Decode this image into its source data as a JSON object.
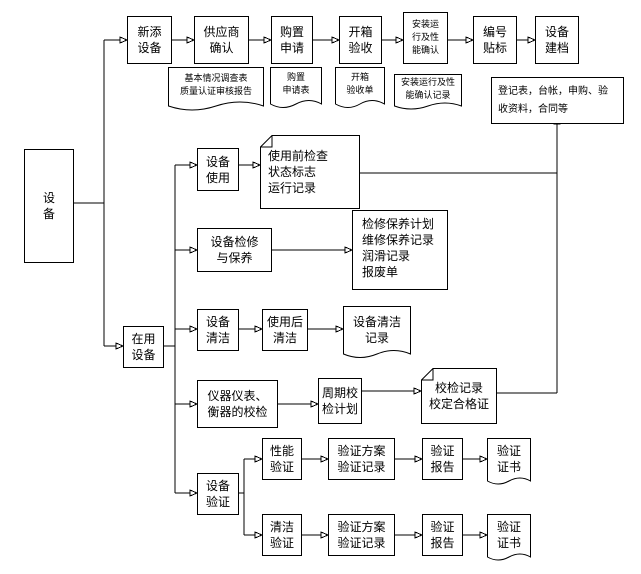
{
  "root": {
    "label": "设\n备"
  },
  "new_equipment": {
    "label": "新添\n设备"
  },
  "in_use_equipment": {
    "label": "在用\n设备"
  },
  "procurement": {
    "supplier_confirm": "供应商\n确认",
    "supplier_docs": "基本情况调查表\n质量认证审核报告",
    "purchase_request": "购置\n申请",
    "purchase_form": "购置\n申请表",
    "unpack_accept": "开箱\n验收",
    "accept_form": "开箱\n验收单",
    "install_confirm": "安装运\n行及性\n能确认",
    "install_record": "安装运行及性\n能确认记录",
    "number_label": "编号\n贴标",
    "archive": "设备\n建档",
    "archive_docs": "登记表，台帐，申购、验\n收资料，合同等"
  },
  "usage": {
    "label": "设备\n使用",
    "docs": "使用前检查\n状态标志\n运行记录"
  },
  "maintenance": {
    "label": "设备检修\n与保养",
    "docs": "检修保养计划\n维修保养记录\n润滑记录\n报废单"
  },
  "cleaning": {
    "label": "设备\n清洁",
    "after_use": "使用后\n清洁",
    "docs": "设备清洁\n记录"
  },
  "calibration": {
    "label": "仪器仪表、\n衡器的校检",
    "plan": "周期校\n检计划",
    "docs": "校检记录\n校定合格证"
  },
  "validation": {
    "label": "设备\n验证",
    "performance": {
      "label": "性能\n验证",
      "plan": "验证方案\n验证记录",
      "report": "验证\n报告",
      "certificate": "验证\n证书"
    },
    "cleaning": {
      "label": "清洁\n验证",
      "plan": "验证方案\n验证记录",
      "report": "验证\n报告",
      "certificate": "验证\n证书"
    }
  }
}
